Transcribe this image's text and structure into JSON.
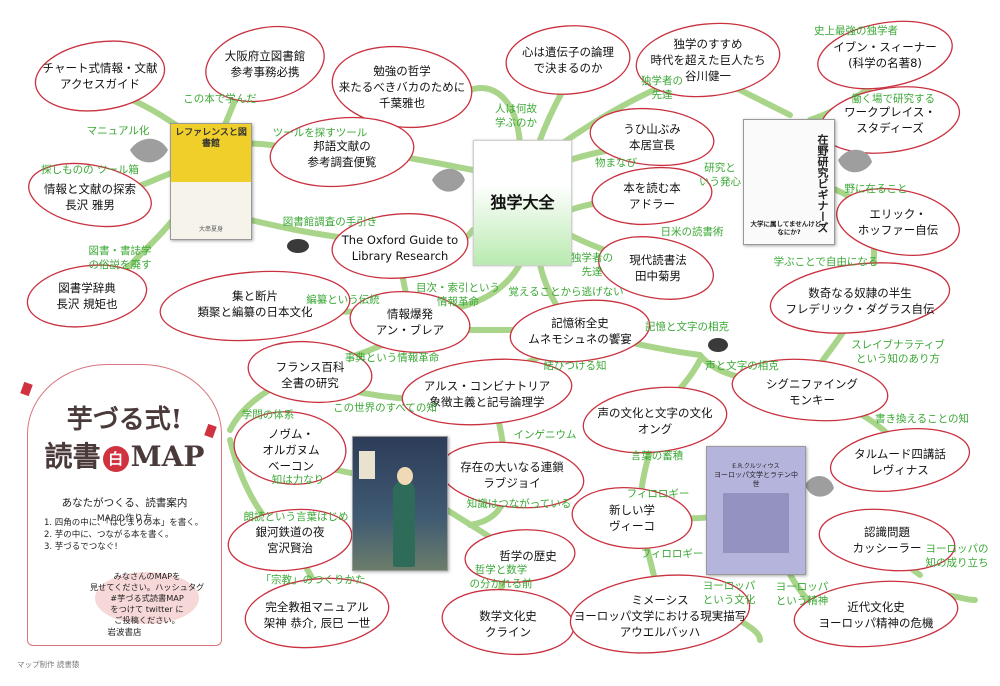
{
  "center_book": "独学大全",
  "nodes": {
    "chart_info": "チャート式情報・文献\nアクセスガイド",
    "osaka": "大阪府立図書館\n参考事務必携",
    "benkyo": "勉強の哲学\n来たるべきバカのために\n千葉雅也",
    "kokoro": "心は遺伝子の論理\nで決まるのか",
    "dokugaku_susume": "独学のすすめ\n時代を超えた巨人たち\n谷川健一",
    "ibun": "イブン・スィーナー\n(科学の名著8)",
    "sagashi": "情報と文献の探索\n長沢 雅男",
    "hojin": "邦語文献の\n参考調査便覧",
    "uhiyamabumi": "うひ山ぶみ\n本居宣長",
    "workplace": "ワークプレイス・\nスタディーズ",
    "honwoyomu": "本を読む本\nアドラー",
    "eric": "エリック・\nホッファー自伝",
    "oxford": "The Oxford Guide to\nLibrary Research",
    "toshogaku": "図書学辞典\n長沢 規矩也",
    "gendai": "現代読書法\n田中菊男",
    "shu_dan": "集と断片\n類聚と編纂の日本文化",
    "joho_bakuhatsu": "情報爆発\nアン・ブレア",
    "kioku": "記憶術全史\nムネモシュネの饗宴",
    "douglass": "数奇なる奴隷の半生\nフレデリック・ダグラス自伝",
    "france": "フランス百科\n全書の研究",
    "ars": "アルス・コンビナトリア\n象徴主義と記号論理学",
    "signify": "シグニファイング\nモンキー",
    "koe": "声の文化と文字の文化\nオング",
    "novum": "ノヴム・\nオルガヌム\nベーコン",
    "talmud": "タルムード四講話\nレヴィナス",
    "sonzai": "存在の大いなる連鎖\nラブジョイ",
    "galaxy": "銀河鉄道の夜\n宮沢賢治",
    "atarashii": "新しい学\nヴィーコ",
    "tetsugaku": "哲学の歴史",
    "ninshiki": "認識問題\nカッシーラー",
    "kyoso": "完全教祖マニュアル\n架神 恭介, 辰巳 一世",
    "suugaku": "数学文化史\nクライン",
    "mimesis": "ミメーシス\nヨーロッパ文学における現実描写\nアウエルバッハ",
    "kindai": "近代文化史\nヨーロッパ精神の危機"
  },
  "links": {
    "l1": "この本で学んだ",
    "l2": "マニュアル化",
    "l3": "ツールを探すツール",
    "l4": "人は何故\n学ぶのか",
    "l5": "独学者の\n先達",
    "l6": "史上最強の独学者",
    "l7": "働く場で研究する",
    "l8": "探しものの ツール箱",
    "l9": "物まなび",
    "l10": "研究と\nいう発心",
    "l11": "野に在ること",
    "l12": "図書館調査の手引き",
    "l13": "図書・書誌学\nの俗説を廃す",
    "l14": "日米の読書術",
    "l15": "独学者の\n先達",
    "l16": "学ぶことで自由になる",
    "l17": "覚えることから逃げない",
    "l18": "目次・索引という\n情報革命",
    "l19": "編纂という伝統",
    "l20": "記憶と文字の相克",
    "l21": "スレイブナラティブ\nという知のあり方",
    "l22": "声と文字の相克",
    "l23": "事典という情報革命",
    "l24": "結びつける知",
    "l25": "この世界のすべての知",
    "l26": "学問の体系",
    "l27": "書き換えることの知",
    "l28": "インゲニウム",
    "l29": "言葉の蓄積",
    "l30": "知は力なり",
    "l31": "フィロロギー",
    "l32": "知識はつながっている",
    "l33": "朗読という言葉はじめ",
    "l34": "フィロロギー",
    "l35": "哲学と数学\nの分かれる前",
    "l36": "ヨーロッパの\n知の成り立ち",
    "l37": "「宗教」のつくりかた",
    "l38": "ヨーロッパ\nという文化",
    "l39": "ヨーロッパ\nという精神"
  },
  "book_covers": {
    "reference": {
      "title": "レファレンスと図書館",
      "author": "大串夏身"
    },
    "zaiya": {
      "title": "在野研究ビギナーズ",
      "subtitle": "大学に属してませんけど、なにか?"
    },
    "roma": {
      "title": "ヨーロッパ文学とラテン中世",
      "author": "E.R.クルツィウス"
    }
  },
  "title_card": {
    "line1": "芋づる式!",
    "line2_left": "読書",
    "line2_mid": "白",
    "line2_right": "MAP",
    "tagline": "あなたがつくる、読書案内",
    "howto": "MAPの作り方",
    "steps": [
      "1. 四角の中に、「はじまりの本」を書く。",
      "2. 芋の中に、つながる本を書く。",
      "3. 芋づるでつなぐ!"
    ],
    "bubble": "みなさんのMAPを\n見せてください。ハッシュタグ\n#芋づる式読書MAP\nをつけて twitter に\nご投稿ください。",
    "publisher": "岩波書店",
    "credit": "マップ制作 読書猿"
  },
  "colors": {
    "vine": "#a9d58a",
    "leaf_outline": "#c9313f",
    "link_text": "#3aa835"
  }
}
